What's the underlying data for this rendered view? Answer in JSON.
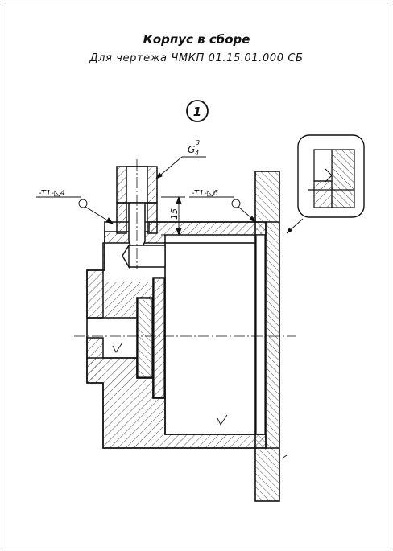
{
  "title": "Корпус в сборе",
  "subtitle": "Для чертежа ЧМКП 01.15.01.000 СБ",
  "view_number": "1",
  "annotations": {
    "thread_base": "G",
    "thread_sup": "3",
    "thread_sub": "4",
    "weld_left": "-T1-◺4",
    "weld_right": "-T1-◺6",
    "dimension": "15"
  }
}
